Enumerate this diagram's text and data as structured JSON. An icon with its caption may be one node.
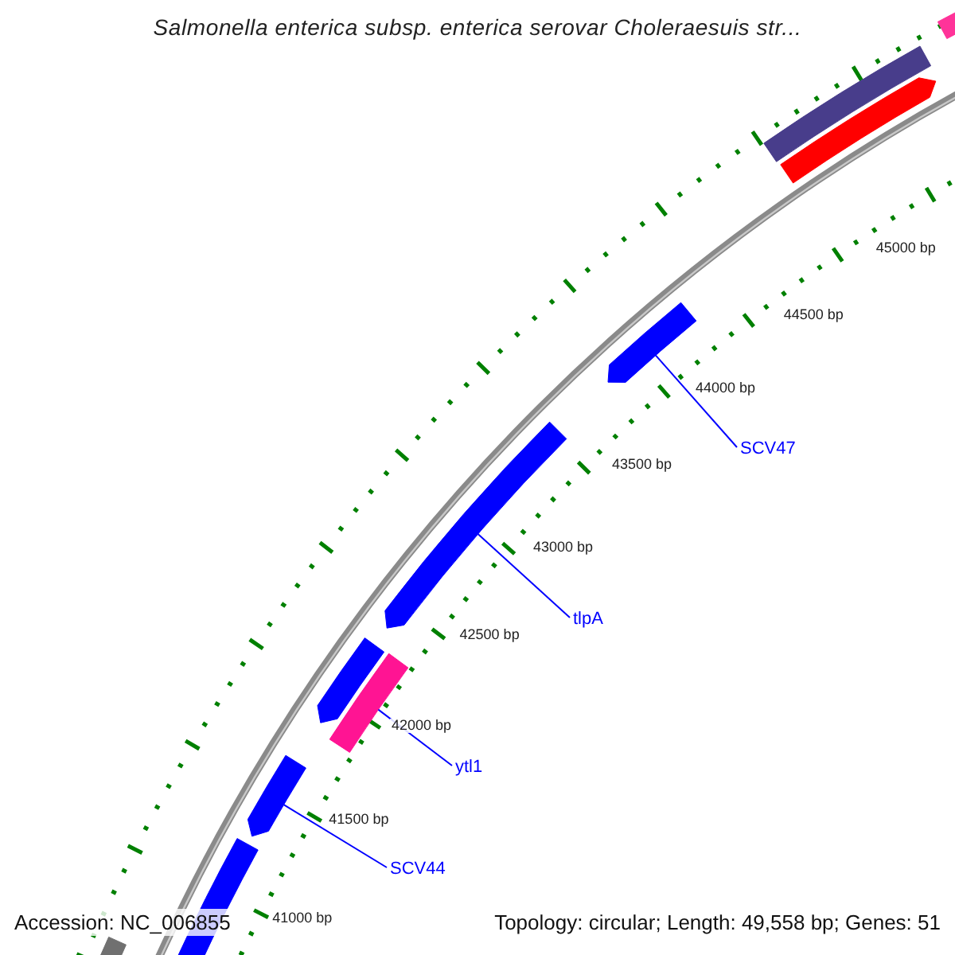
{
  "diagram": {
    "title": "Salmonella enterica subsp. enterica serovar Choleraesuis str...",
    "nodes": [
      {
        "text": [],
        "shape": "bar"
      },
      {
        "text": [],
        "shape": "bar"
      },
      {
        "text": [],
        "shape": "arrow"
      },
      {
        "text": [],
        "shape": "arrow"
      },
      {
        "text": [
          "SCV47"
        ]
      },
      {
        "text": [],
        "shape": "arrow"
      },
      {
        "text": [
          "tlpA"
        ]
      },
      {
        "text": [],
        "shape": "arrow"
      },
      {
        "text": [],
        "shape": "bar"
      },
      {
        "text": [
          "ytl1"
        ]
      },
      {
        "text": [],
        "shape": "arrow"
      },
      {
        "text": [
          "SCV44"
        ]
      },
      {
        "text": [],
        "shape": "arrow"
      },
      {
        "text": [],
        "shape": "bar"
      }
    ],
    "edges": [
      {
        "from": 4,
        "to": 3,
        "arrow": "none"
      },
      {
        "from": 6,
        "to": 5,
        "arrow": "none"
      },
      {
        "from": 9,
        "to": 8,
        "arrow": "none"
      },
      {
        "from": 11,
        "to": 10,
        "arrow": "none"
      }
    ],
    "labels": [
      "45000 bp",
      "44500 bp",
      "44000 bp",
      "43500 bp",
      "43000 bp",
      "42500 bp",
      "42000 bp",
      "41500 bp",
      "41000 bp",
      "Accession: NC_006855",
      "Topology: circular; Length: 49,558 bp; Genes: 51"
    ]
  }
}
